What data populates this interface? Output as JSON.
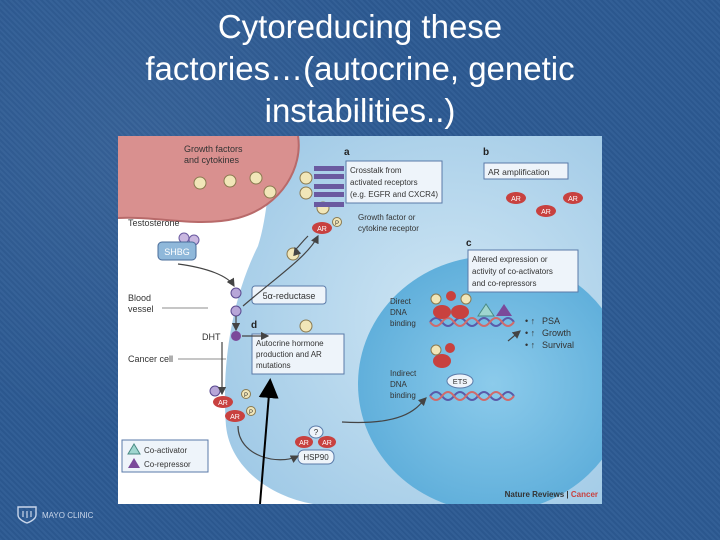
{
  "slide": {
    "title_lines": [
      "Cytoreducing these",
      "factories…(autocrine, genetic",
      "instabilities..)"
    ]
  },
  "figure": {
    "panel_letters": {
      "a": "a",
      "b": "b",
      "c": "c",
      "d": "d"
    },
    "labels": {
      "growth_factors": [
        "Growth factors",
        "and cytokines"
      ],
      "testosterone": "Testosterone",
      "shbg": "SHBG",
      "blood_vessel": [
        "Blood",
        "vessel"
      ],
      "dht": "DHT",
      "cancer_cell": "Cancer cell",
      "five_alpha_reductase": "5α-reductase",
      "crosstalk": [
        "Crosstalk from",
        "activated receptors",
        "(e.g. EGFR and CXCR4)"
      ],
      "gf_receptor": [
        "Growth factor or",
        "cytokine receptor"
      ],
      "ar_amplification": "AR amplification",
      "altered_expression": [
        "Altered expression or",
        "activity of co-activators",
        "and co-repressors"
      ],
      "direct_binding": [
        "Direct",
        "DNA",
        "binding"
      ],
      "indirect_binding": [
        "Indirect",
        "DNA",
        "binding"
      ],
      "autocrine": [
        "Autocrine hormone",
        "production and AR",
        "mutations"
      ],
      "outcomes": [
        "PSA",
        "Growth",
        "Survival"
      ],
      "ar": "AR",
      "p": "P",
      "ets": "ETS",
      "hsp90": "HSP90",
      "question": "?",
      "legend_coactivator": "Co-activator",
      "legend_corepressor": "Co-repressor",
      "credit_journal": "Nature Reviews",
      "credit_section": "Cancer"
    }
  },
  "logo": {
    "text": "MAYO CLINIC"
  },
  "colors": {
    "background": "#2c5a93",
    "title": "#ffffff",
    "vessel": "#d9908f",
    "cell": "#a9cfe8",
    "nucleus": "#6bb6df",
    "ar_red": "#c8413f",
    "receptor": "#6a5aa0",
    "coactivator": "#9fd6cf",
    "corepressor": "#7b4a9a"
  }
}
